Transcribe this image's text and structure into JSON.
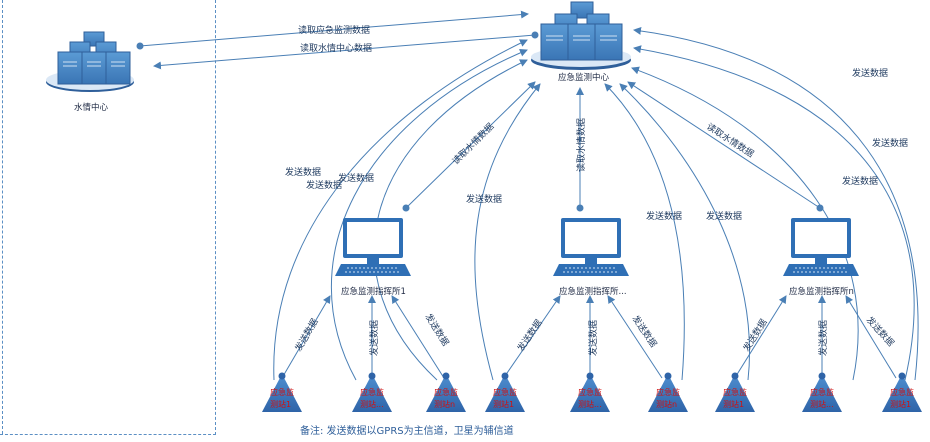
{
  "diagram": {
    "water_center": {
      "label": "水情中心"
    },
    "emergency_center": {
      "label": "应急监测中心"
    },
    "top_links": [
      "读取应急监测数据",
      "读取水情中心数据"
    ],
    "command_posts": [
      {
        "label": "应急监测指挥所1"
      },
      {
        "label": "应急监测指挥所..."
      },
      {
        "label": "应急监测指挥所n"
      }
    ],
    "stations": [
      {
        "line1": "应急监",
        "line2": "测站1"
      },
      {
        "line1": "应急监",
        "line2": "测站..."
      },
      {
        "line1": "应急监",
        "line2": "测站n"
      },
      {
        "line1": "应急监",
        "line2": "测站1"
      },
      {
        "line1": "应急监",
        "line2": "测站..."
      },
      {
        "line1": "应急监",
        "line2": "测站n"
      },
      {
        "line1": "应急监",
        "line2": "测站1"
      },
      {
        "line1": "应急监",
        "line2": "测站..."
      },
      {
        "line1": "应急监",
        "line2": "测站1"
      }
    ],
    "send_label": "发送数据",
    "read_water_label": "读取水情数据",
    "note": "备注: 发送数据以GPRS为主信道，卫星为辅信道"
  }
}
